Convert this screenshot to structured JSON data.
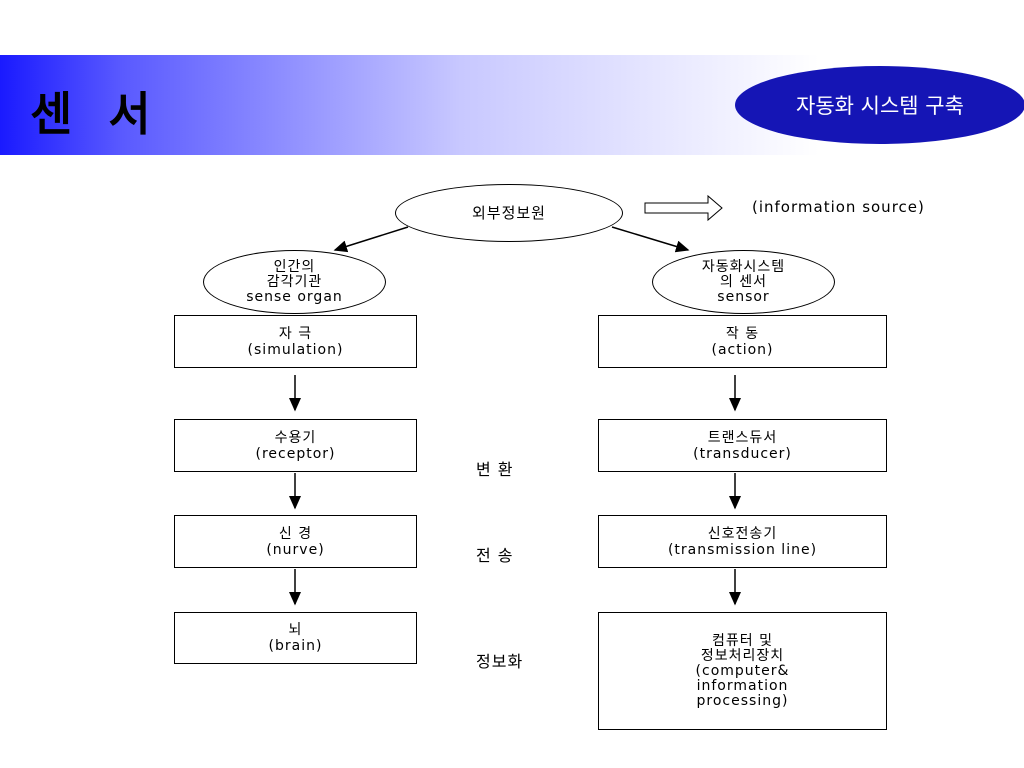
{
  "header": {
    "title": "센 서",
    "badge": "자동화 시스템 구축"
  },
  "diagram": {
    "top_node": "외부정보원",
    "top_node_note": "(information source)",
    "left": {
      "head": [
        "인간의",
        "감각기관",
        "sense organ"
      ],
      "boxes": [
        [
          "자    극",
          "(simulation)"
        ],
        [
          "수용기",
          "(receptor)"
        ],
        [
          "신    경",
          "(nurve)"
        ],
        [
          "뇌",
          "(brain)"
        ]
      ]
    },
    "right": {
      "head": [
        "자동화시스템",
        "의 센서",
        "sensor"
      ],
      "boxes": [
        [
          "작    동",
          "(action)"
        ],
        [
          "트랜스듀서",
          "(transducer)"
        ],
        [
          "신호전송기",
          "(transmission line)"
        ],
        [
          "컴퓨터 및",
          "정보처리장치",
          "(computer&",
          "information",
          "processing)"
        ]
      ]
    },
    "middle_labels": [
      "변    환",
      "전    송",
      "정보화"
    ]
  }
}
